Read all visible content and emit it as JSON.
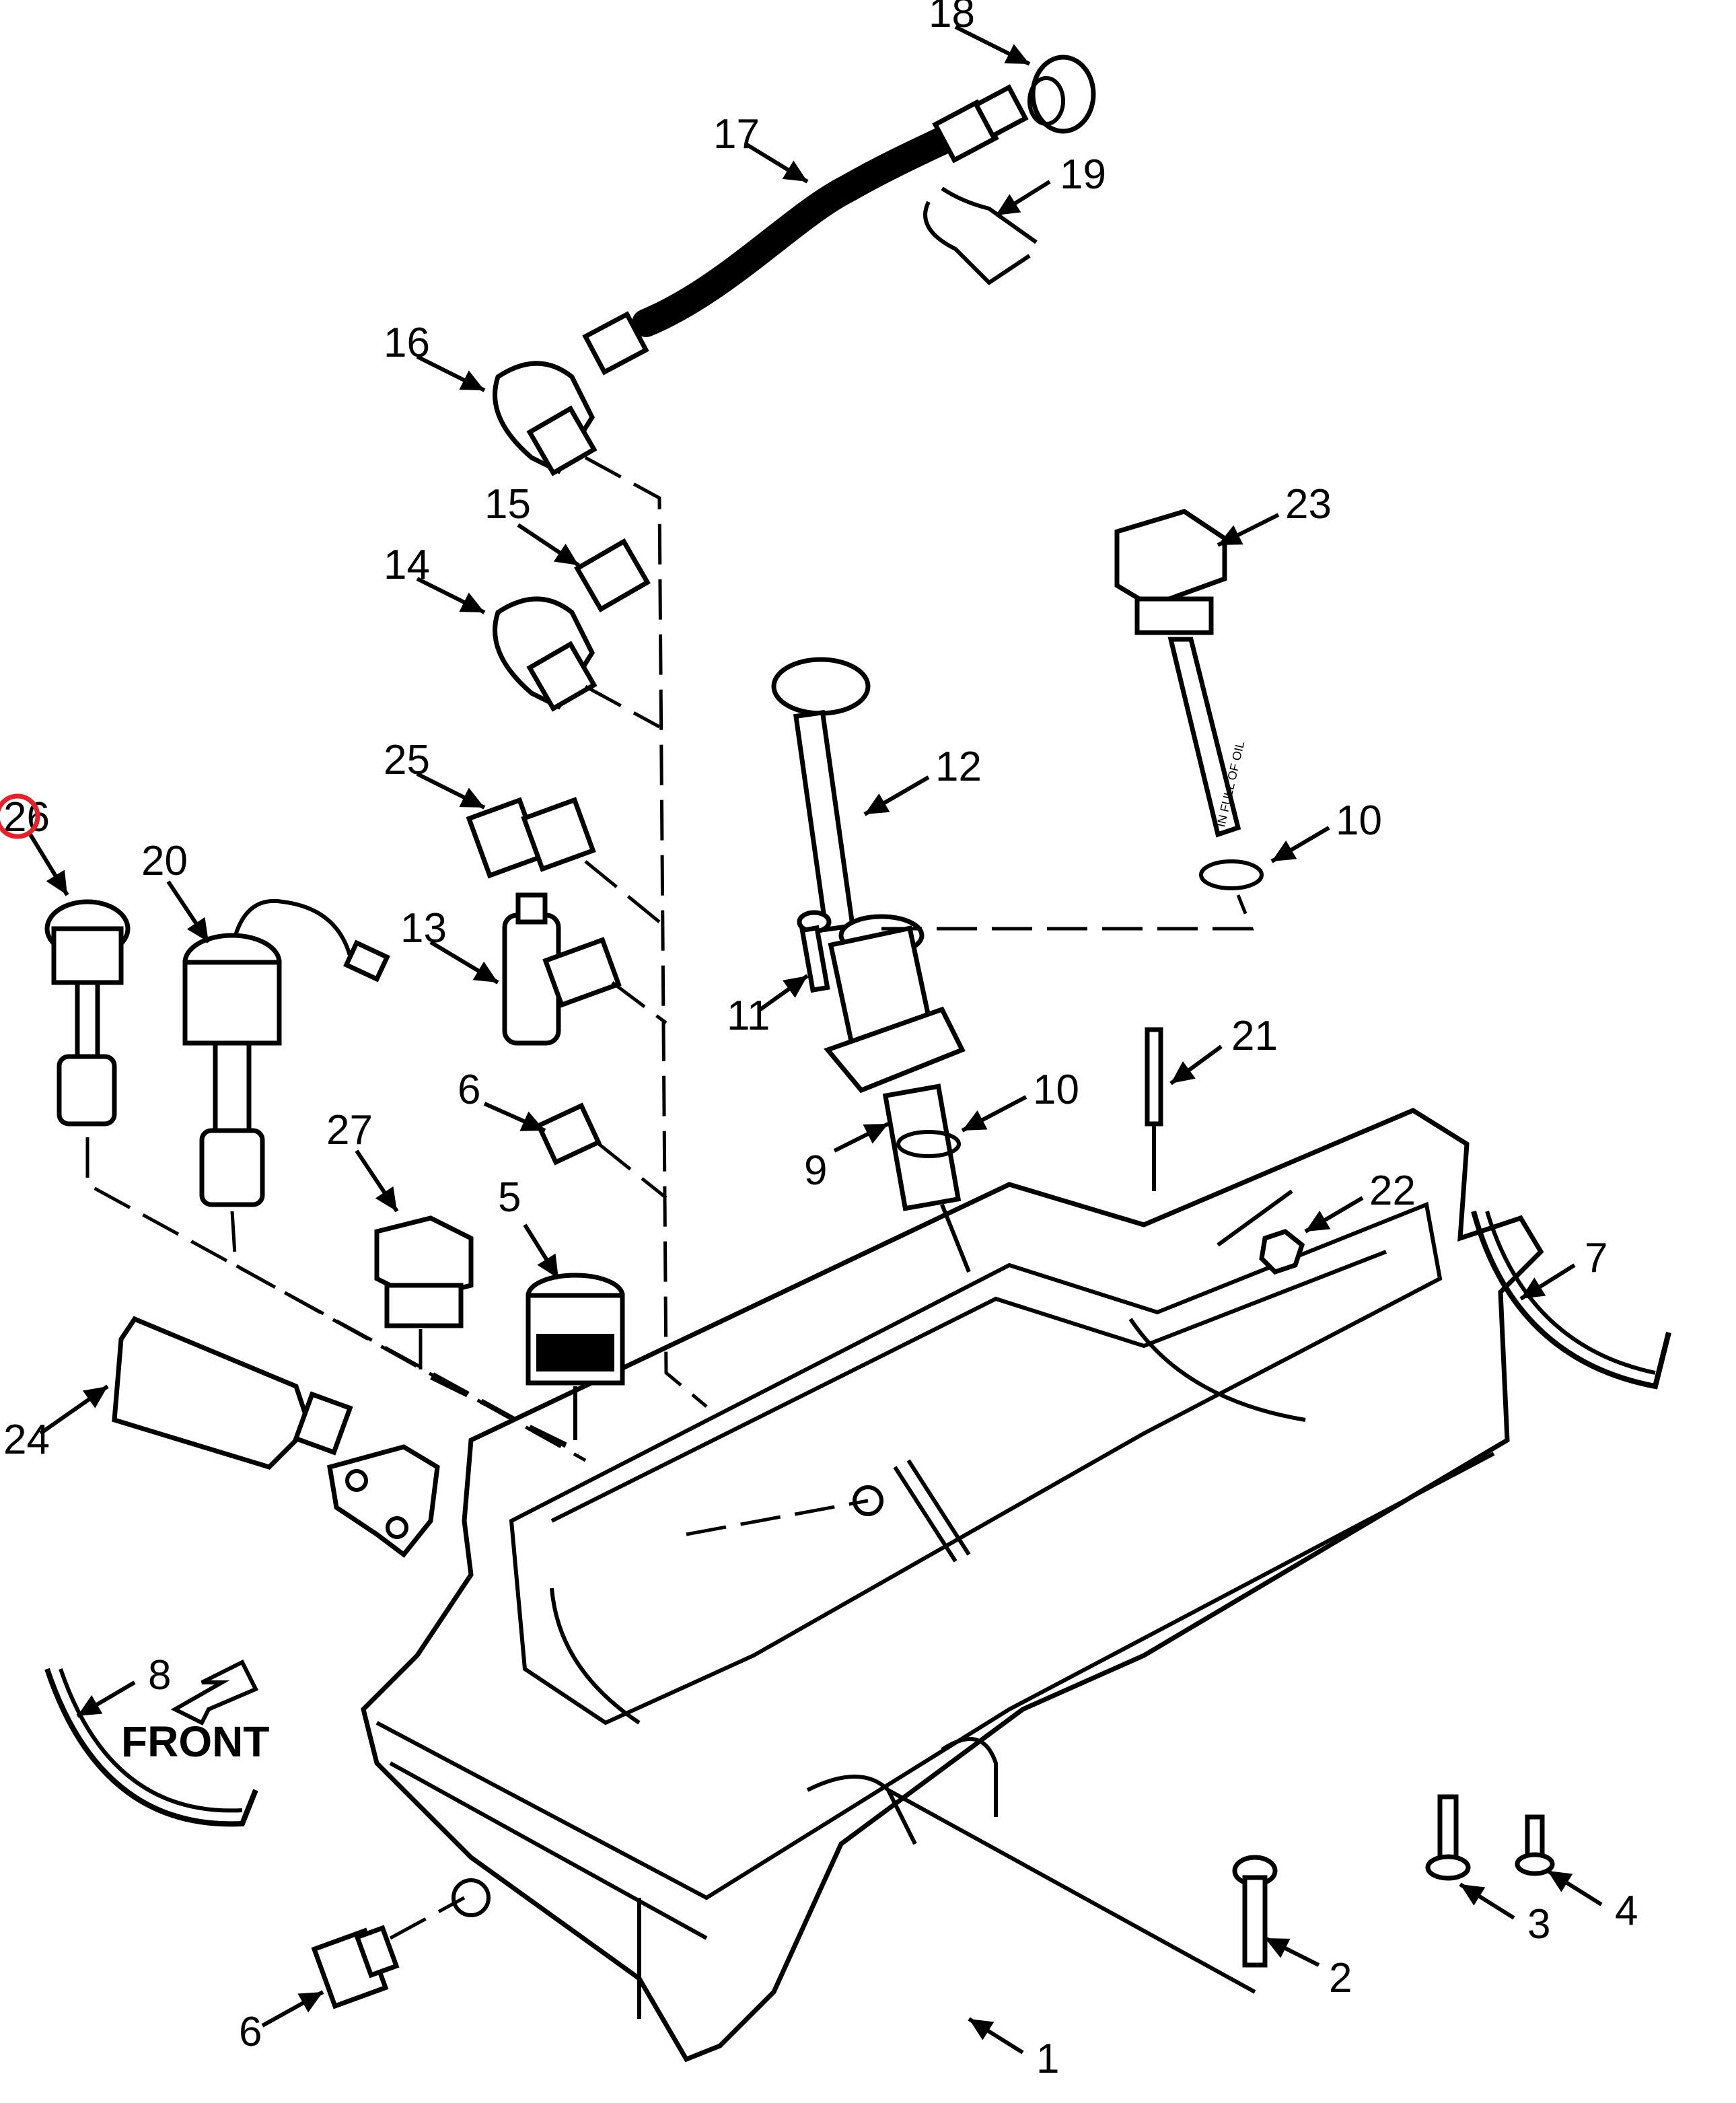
{
  "title": "Oil pan assembly exploded view",
  "highlight_color": "#e8202a",
  "highlighted_callout": "26",
  "callouts": [
    {
      "id": "c1",
      "label": "1",
      "part": "oil-pan"
    },
    {
      "id": "c2",
      "label": "2",
      "part": "bolt"
    },
    {
      "id": "c3",
      "label": "3",
      "part": "bolt-with-washer"
    },
    {
      "id": "c4",
      "label": "4",
      "part": "bolt-with-washer"
    },
    {
      "id": "c5",
      "label": "5",
      "part": "plug-cap"
    },
    {
      "id": "c6a",
      "label": "6",
      "part": "plug"
    },
    {
      "id": "c6b",
      "label": "6",
      "part": "drain-plug"
    },
    {
      "id": "c7",
      "label": "7",
      "part": "seal-rear"
    },
    {
      "id": "c8",
      "label": "8",
      "part": "seal-front"
    },
    {
      "id": "c9",
      "label": "9",
      "part": "dipstick-tube"
    },
    {
      "id": "c10a",
      "label": "10",
      "part": "o-ring"
    },
    {
      "id": "c10b",
      "label": "10",
      "part": "o-ring"
    },
    {
      "id": "c11",
      "label": "11",
      "part": "screw"
    },
    {
      "id": "c12",
      "label": "12",
      "part": "dipstick"
    },
    {
      "id": "c13",
      "label": "13",
      "part": "tee-fitting"
    },
    {
      "id": "c14",
      "label": "14",
      "part": "elbow-fitting"
    },
    {
      "id": "c15",
      "label": "15",
      "part": "plug"
    },
    {
      "id": "c16",
      "label": "16",
      "part": "elbow-fitting"
    },
    {
      "id": "c17",
      "label": "17",
      "part": "hose"
    },
    {
      "id": "c18",
      "label": "18",
      "part": "cap"
    },
    {
      "id": "c19",
      "label": "19",
      "part": "clip"
    },
    {
      "id": "c20",
      "label": "20",
      "part": "oil-level-sensor"
    },
    {
      "id": "c21",
      "label": "21",
      "part": "stud"
    },
    {
      "id": "c22",
      "label": "22",
      "part": "nut"
    },
    {
      "id": "c23",
      "label": "23",
      "part": "dipstick-with-cap"
    },
    {
      "id": "c24",
      "label": "24",
      "part": "sealant-tube"
    },
    {
      "id": "c25",
      "label": "25",
      "part": "adapter"
    },
    {
      "id": "c26",
      "label": "26",
      "part": "sensor-plug"
    },
    {
      "id": "c27",
      "label": "27",
      "part": "plug"
    }
  ],
  "front_label": "FRONT",
  "dipstick_text": "IN FULL OF OIL"
}
